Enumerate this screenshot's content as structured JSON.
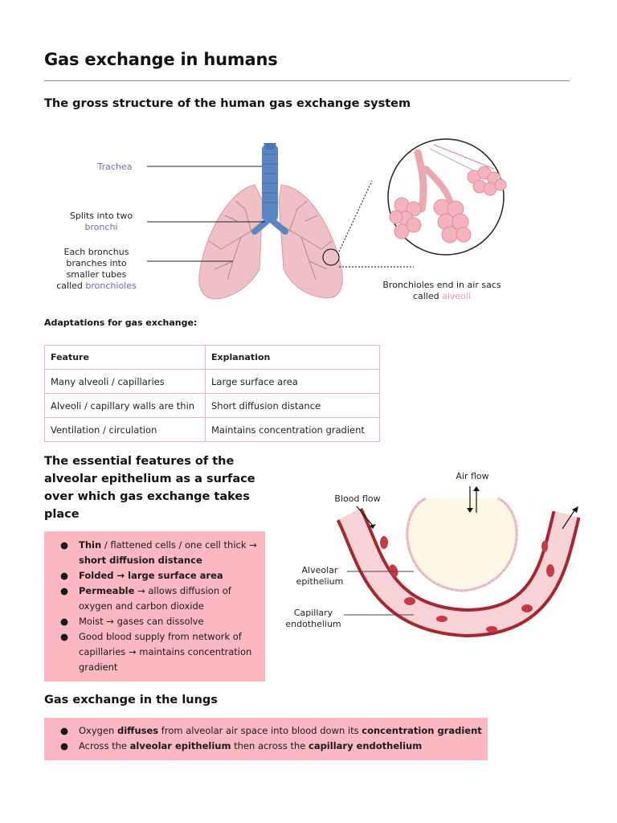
{
  "title": "Gas exchange in humans",
  "section1": {
    "heading": "The gross structure of the human gas exchange system",
    "labels": {
      "trachea": "Trachea",
      "bronchi_prefix": "Splits into two",
      "bronchi_word": "bronchi",
      "bronchioles_line1": "Each bronchus",
      "bronchioles_line2": "branches into",
      "bronchioles_line3": "smaller tubes",
      "bronchioles_prefix": "called",
      "bronchioles_word": "bronchioles",
      "alveoli_line1": "Bronchioles end in air sacs",
      "alveoli_prefix": "called",
      "alveoli_word": "alveoli"
    }
  },
  "adaptations": {
    "heading": "Adaptations for gas exchange:",
    "columns": [
      "Feature",
      "Explanation"
    ],
    "rows": [
      [
        "Many alveoli / capillaries",
        "Large surface area"
      ],
      [
        "Alveoli / capillary walls are thin",
        "Short diffusion distance"
      ],
      [
        "Ventilation / circulation",
        "Maintains concentration gradient"
      ]
    ]
  },
  "section2": {
    "heading_lines": [
      "The essential features of the",
      "alveolar epithelium as a surface",
      "over which gas exchange takes",
      "place"
    ],
    "bullets": {
      "b1_bold": "Thin",
      "b1_text": " / flattened cells / one cell thick →",
      "b1_bold2": "short diffusion distance",
      "b2_bold": "Folded → large surface area",
      "b3_bold": "Permeable",
      "b3_text": " → allows diffusion of",
      "b3_text2": "oxygen and carbon dioxide",
      "b4_text": "Moist → gases can dissolve",
      "b5_text1": "Good blood supply from network of",
      "b5_text2": "capillaries → maintains concentration",
      "b5_text3": "gradient"
    },
    "diagram_labels": {
      "air_flow": "Air flow",
      "blood_flow": "Blood flow",
      "alveolar_1": "Alveolar",
      "alveolar_2": "epithelium",
      "capillary_1": "Capillary",
      "capillary_2": "endothelium"
    }
  },
  "section3": {
    "heading": "Gas exchange in the lungs",
    "bullets": {
      "l1_a": "Oxygen ",
      "l1_b": "diffuses",
      "l1_c": " from alveolar air space into blood down its ",
      "l1_d": "concentration gradient",
      "l2_a": "Across the ",
      "l2_b": "alveolar epithelium",
      "l2_c": " then across the ",
      "l2_d": "capillary endothelium"
    }
  },
  "colors": {
    "accent_pink": "#fbb8c1",
    "table_border": "#f1b2bd",
    "label_blue": "#6a6fb0",
    "label_pink": "#e59aa8"
  }
}
